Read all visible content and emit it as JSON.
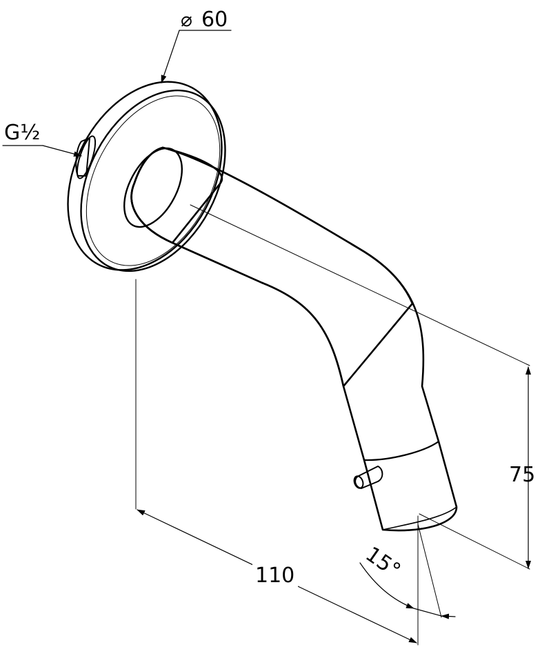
{
  "labels": {
    "diameter_symbol": "⌀",
    "diameter_value": "60",
    "thread": "G½",
    "height": "75",
    "length": "110",
    "angle": "15°"
  },
  "colors": {
    "line": "#000000",
    "background": "#ffffff"
  }
}
